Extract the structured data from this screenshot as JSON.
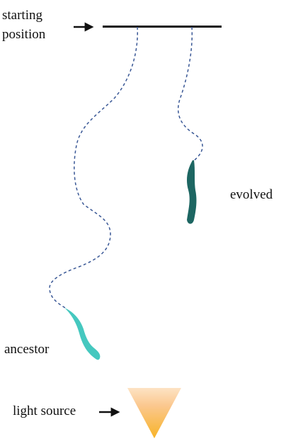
{
  "labels": {
    "starting_line1": "starting",
    "starting_line2": "position",
    "evolved": "evolved",
    "ancestor": "ancestor",
    "light_source": "light source"
  },
  "colors": {
    "ancestor_organism": "#45c8bf",
    "evolved_organism": "#1d6662",
    "path_dashes": "#3a5896",
    "light_top": "#fbc88f",
    "light_bottom": "#f7b327",
    "line": "#111111"
  },
  "icons": {
    "arrow": "right-arrow-icon"
  }
}
